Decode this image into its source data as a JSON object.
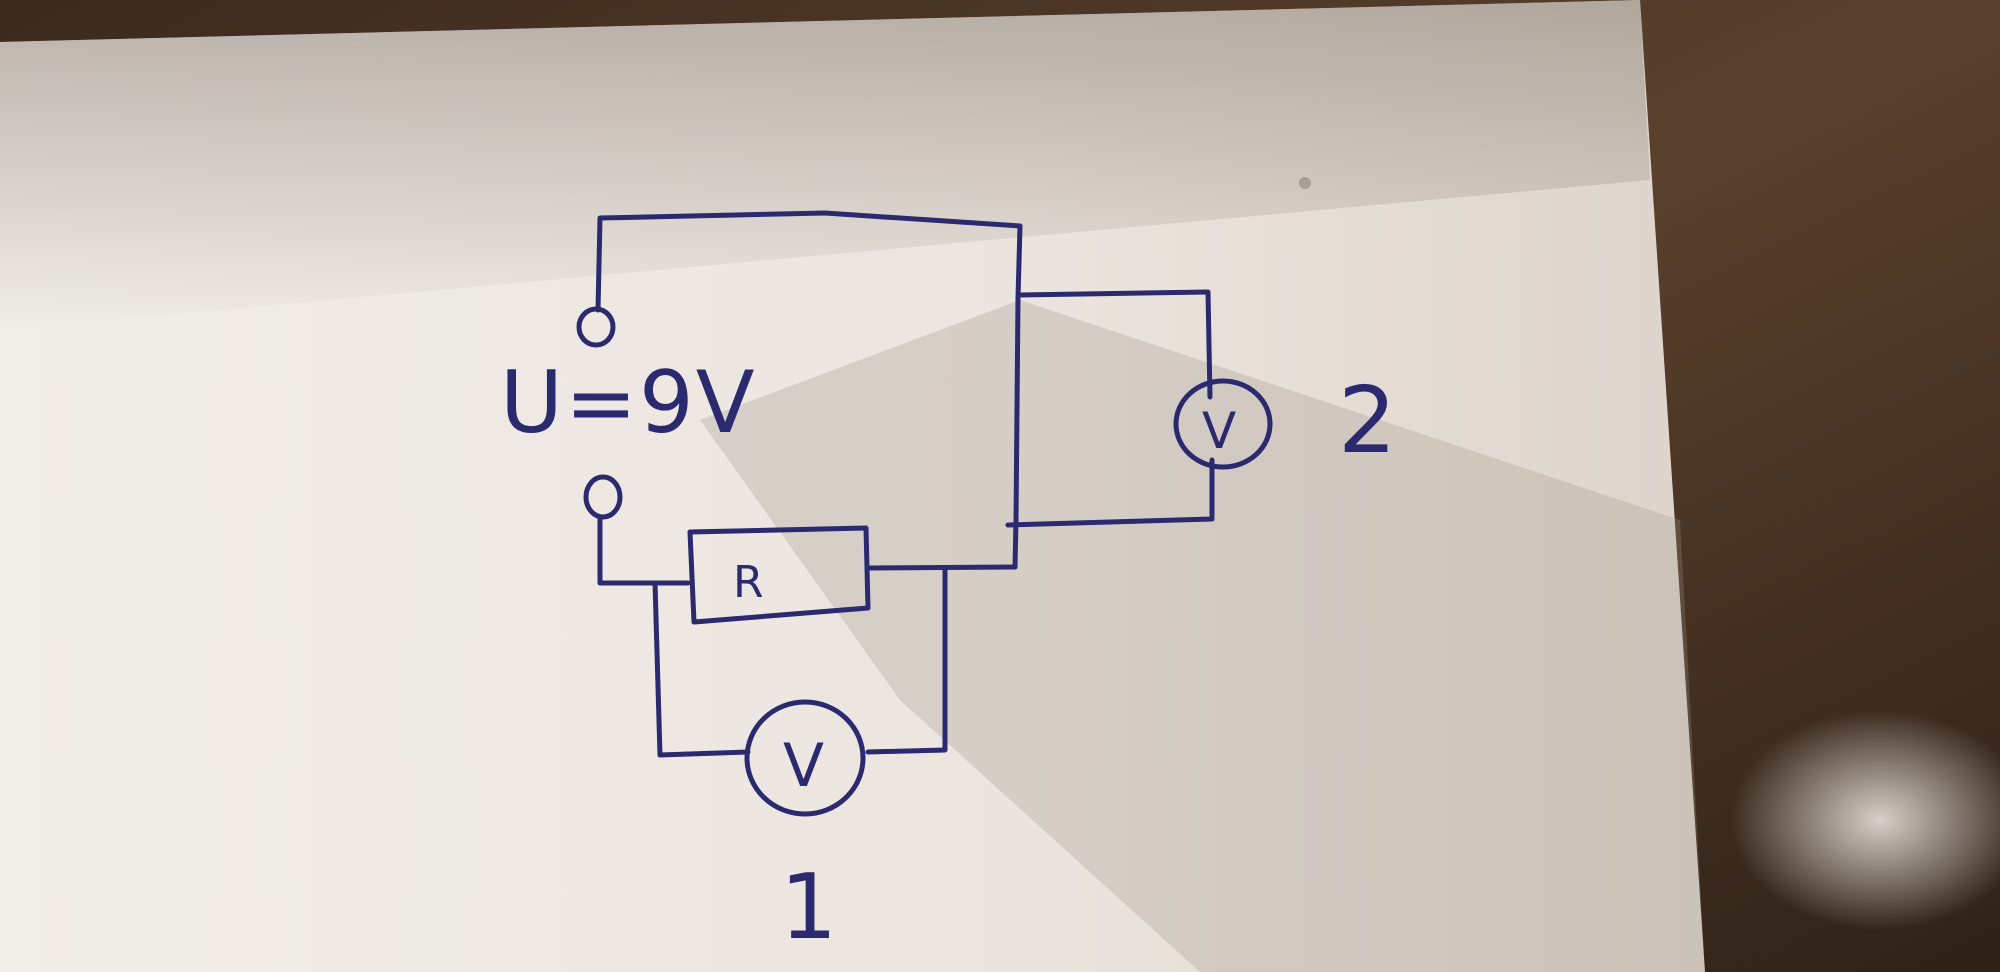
{
  "labels": {
    "source": "U=9V",
    "resistor": "R",
    "voltmeter_symbol": "V",
    "voltmeter_1_number": "1",
    "voltmeter_2_number": "2"
  },
  "colors": {
    "ink": "#2b2a6e",
    "paper": "#ece6df",
    "table": "#4a3626"
  }
}
